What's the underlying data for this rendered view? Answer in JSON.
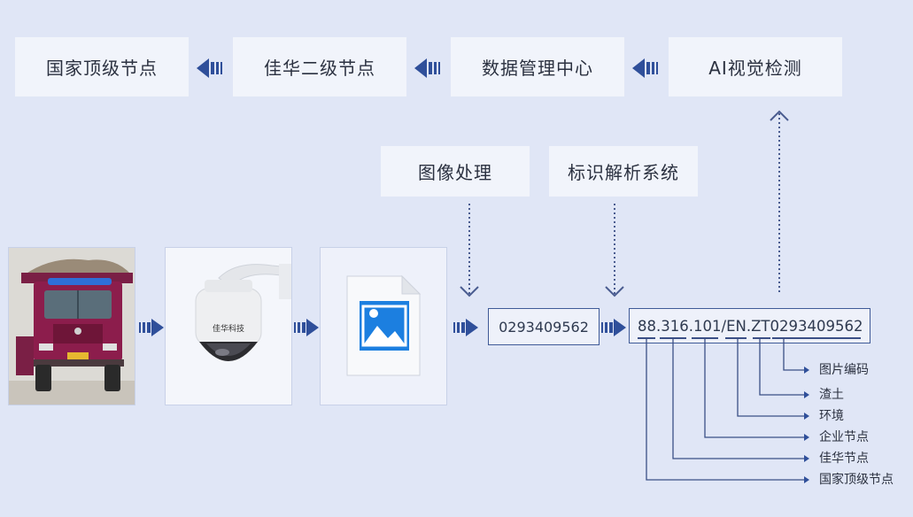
{
  "top_row": {
    "national_node": "国家顶级节点",
    "jiahua_node": "佳华二级节点",
    "data_center": "数据管理中心",
    "ai_detection": "AI视觉检测"
  },
  "middle_row": {
    "image_processing": "图像处理",
    "id_resolution": "标识解析系统"
  },
  "flow": {
    "truck_image": "truck-photo",
    "camera_image": "dome-camera-photo",
    "image_file": "image-file-icon",
    "picture_code_box": "0293409562",
    "full_identifier": {
      "seg_national": "88",
      "dot1": ".",
      "seg_jiahua": "316",
      "dot2": ".",
      "seg_enterprise": "101",
      "slash": "/",
      "seg_environment": "EN",
      "dot3": ".",
      "seg_muck": "ZT",
      "seg_picture_code": "0293409562"
    }
  },
  "legend": {
    "picture_code": "图片编码",
    "muck": "渣土",
    "environment": "环境",
    "enterprise_node": "企业节点",
    "jiahua_node": "佳华节点",
    "national_node": "国家顶级节点"
  },
  "camera_brand": "佳华科技",
  "colors": {
    "background": "#e0e6f6",
    "box": "#f1f4fb",
    "arrow": "#2f4f9a",
    "line": "#3b4f86",
    "dotted": "#4a5c90"
  }
}
